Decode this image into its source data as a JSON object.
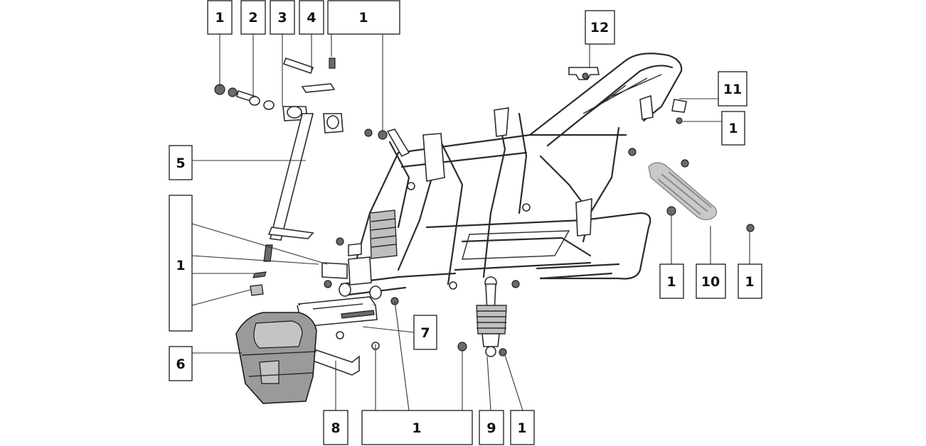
{
  "callouts": [
    {
      "id": "c1",
      "label": "1"
    },
    {
      "id": "c2",
      "label": "2"
    },
    {
      "id": "c3",
      "label": "3"
    },
    {
      "id": "c4",
      "label": "4"
    },
    {
      "id": "c5",
      "label": "1"
    },
    {
      "id": "c6",
      "label": "12"
    },
    {
      "id": "c7",
      "label": "11"
    },
    {
      "id": "c8",
      "label": "1"
    },
    {
      "id": "c9",
      "label": "5"
    },
    {
      "id": "c10",
      "label": "1"
    },
    {
      "id": "c11",
      "label": "6"
    },
    {
      "id": "c12",
      "label": "7"
    },
    {
      "id": "c13",
      "label": "8"
    },
    {
      "id": "c14",
      "label": "1"
    },
    {
      "id": "c15",
      "label": "9"
    },
    {
      "id": "c16",
      "label": "1"
    },
    {
      "id": "c17",
      "label": "1"
    },
    {
      "id": "c18",
      "label": "10"
    },
    {
      "id": "c19",
      "label": "1"
    }
  ]
}
